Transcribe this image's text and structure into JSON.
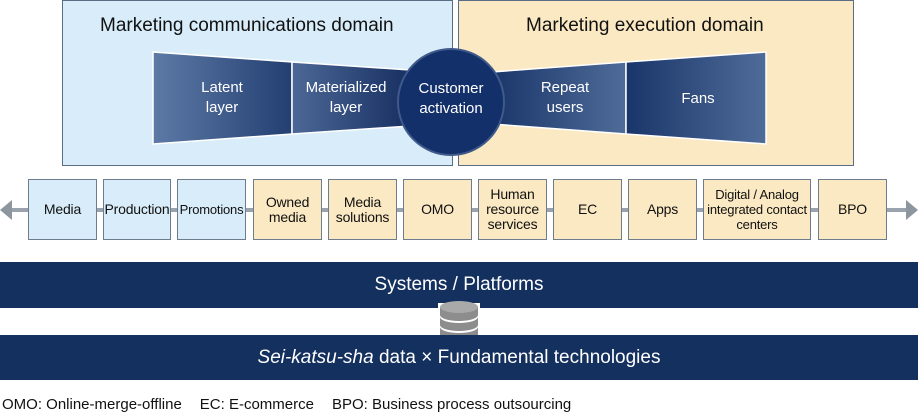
{
  "domains": {
    "communications": "Marketing communications domain",
    "execution": "Marketing execution domain"
  },
  "funnel": {
    "latent": "Latent\nlayer",
    "materialized": "Materialized\nlayer",
    "activation": "Customer\nactivation",
    "repeat": "Repeat\nusers",
    "fans": "Fans"
  },
  "services": [
    "Media",
    "Production",
    "Promotions",
    "Owned\nmedia",
    "Media\nsolutions",
    "OMO",
    "Human\nresource\nservices",
    "EC",
    "Apps",
    "Digital / Analog\nintegrated contact\ncenters",
    "BPO"
  ],
  "bands": {
    "systems": "Systems / Platforms",
    "data_italic": "Sei-katsu-sha",
    "data_rest": " data × Fundamental technologies"
  },
  "footnotes": [
    "OMO: Online-merge-offline",
    "EC: E-commerce",
    "BPO: Business process outsourcing"
  ],
  "colors": {
    "comm_bg": "#d8edf9",
    "exec_bg": "#fbe9c3",
    "navy": "#14305f",
    "funnel_dark": "#13306a"
  }
}
